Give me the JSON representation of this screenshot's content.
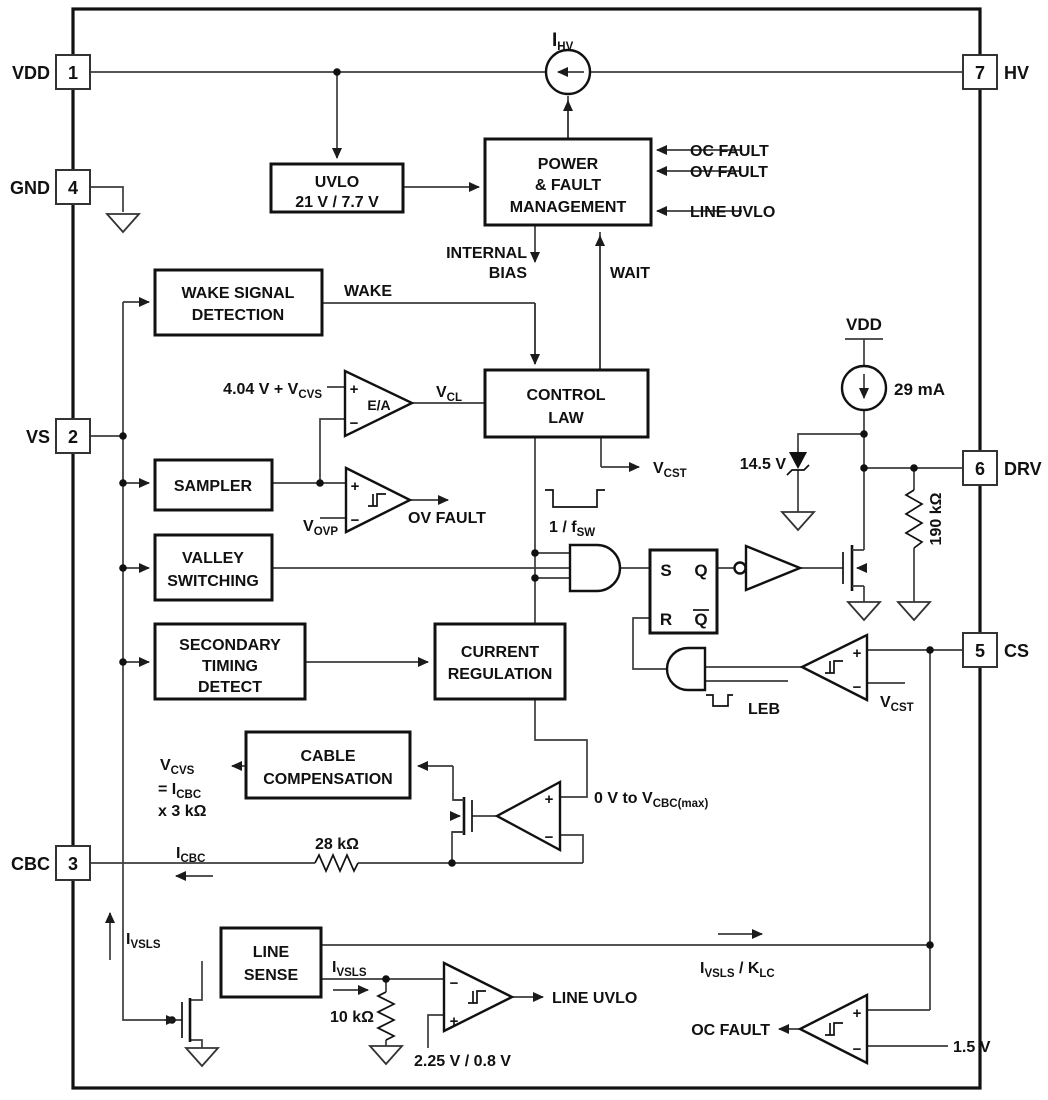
{
  "colors": {
    "ink": "#111111",
    "wire": "#3c3c3c",
    "background": "#ffffff"
  },
  "diagram": {
    "pins": {
      "p1": {
        "num": "1",
        "label": "VDD"
      },
      "p4": {
        "num": "4",
        "label": "GND"
      },
      "p2": {
        "num": "2",
        "label": "VS"
      },
      "p3": {
        "num": "3",
        "label": "CBC"
      },
      "p7": {
        "num": "7",
        "label": "HV"
      },
      "p6": {
        "num": "6",
        "label": "DRV"
      },
      "p5": {
        "num": "5",
        "label": "CS"
      }
    },
    "blocks": {
      "uvlo": {
        "l1": "UVLO",
        "l2": "21 V / 7.7 V"
      },
      "pfm": {
        "l1": "POWER",
        "l2": "& FAULT",
        "l3": "MANAGEMENT"
      },
      "wake": {
        "l1": "WAKE SIGNAL",
        "l2": "DETECTION"
      },
      "control": {
        "l1": "CONTROL",
        "l2": "LAW"
      },
      "sampler": {
        "l1": "SAMPLER"
      },
      "valley": {
        "l1": "VALLEY",
        "l2": "SWITCHING"
      },
      "sectime": {
        "l1": "SECONDARY",
        "l2": "TIMING",
        "l3": "DETECT"
      },
      "currentreg": {
        "l1": "CURRENT",
        "l2": "REGULATION"
      },
      "cablecomp": {
        "l1": "CABLE",
        "l2": "COMPENSATION"
      },
      "linesense": {
        "l1": "LINE",
        "l2": "SENSE"
      }
    },
    "latch": {
      "s": "S",
      "q": "Q",
      "r": "R",
      "qb": "Q"
    },
    "signals": {
      "ihv": {
        "m": "I",
        "s": "HV"
      },
      "ocfault": "OC FAULT",
      "ovfault": "OV FAULT",
      "lineuvlo": "LINE UVLO",
      "ibias1": "INTERNAL",
      "ibias2": "BIAS",
      "wait": "WAIT",
      "wake": "WAKE",
      "earef": {
        "m": "4.04 V + V",
        "s": "CVS"
      },
      "ea": "E/A",
      "vcl": {
        "m": "V",
        "s": "CL"
      },
      "vcst": {
        "m": "V",
        "s": "CST"
      },
      "fsw": {
        "m": "1 / f",
        "s": "SW"
      },
      "vovp": {
        "m": "V",
        "s": "OVP"
      },
      "ovfault2": "OV FAULT",
      "vdd": "VDD",
      "i29": "29 mA",
      "v145": "14.5 V",
      "r190": "190 kΩ",
      "leb": "LEB",
      "vcst2": {
        "m": "V",
        "s": "CST"
      },
      "vcvs": {
        "m": "V",
        "s": "CVS"
      },
      "eqicbc": {
        "m": "= I",
        "s": "CBC"
      },
      "x3k": "x 3 kΩ",
      "vcbcmax": {
        "m": "0 V to V",
        "s": "CBC(max)"
      },
      "r28": "28 kΩ",
      "icbc": {
        "m": "I",
        "s": "CBC"
      },
      "ivsls": {
        "m": "I",
        "s": "VSLS"
      },
      "ivsls2": {
        "m": "I",
        "s": "VSLS"
      },
      "r10": "10 kΩ",
      "lineuvlo2": "LINE UVLO",
      "vref": "2.25 V / 0.8 V",
      "ivslsklc": {
        "m1": "I",
        "s1": "VSLS",
        "m2": " / K",
        "s2": "LC"
      },
      "ocfault2": "OC FAULT",
      "v15": "1.5 V",
      "plus": "+",
      "minus": "−"
    }
  }
}
